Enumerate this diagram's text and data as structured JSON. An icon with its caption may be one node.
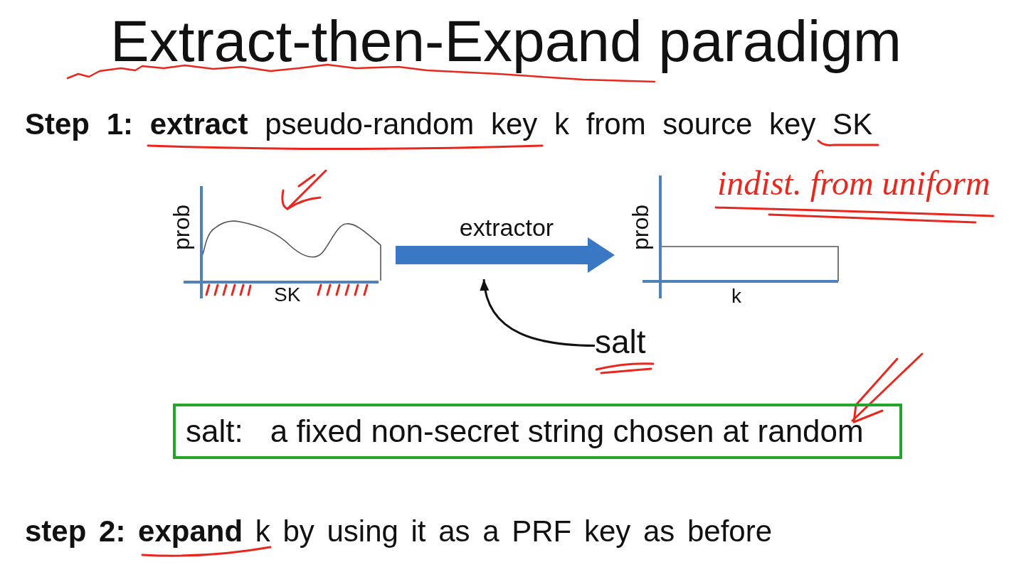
{
  "diagram": {
    "title": "Extract-then-Expand paradigm",
    "nodes": [
      {
        "text": [
          "prob",
          "SK"
        ]
      },
      {
        "text": [
          "prob",
          "k"
        ]
      },
      {
        "text": [
          "salt"
        ]
      },
      {
        "text": [
          "salt:",
          "a fixed non-secret string chosen at random"
        ]
      }
    ],
    "edges": [
      {
        "from": 0,
        "to": 1,
        "arrow": "to",
        "label": "extractor",
        "style": "thick",
        "color": "#3b78c4"
      },
      {
        "from": 2,
        "to": null,
        "arrow": "to",
        "color": "#111111"
      }
    ],
    "labels": [
      "**Step 1:** **extract** pseudo-random key k from source key SK",
      "indist. from uniform",
      "**step 2:** **expand** k by using it as a PRF key as before"
    ]
  }
}
